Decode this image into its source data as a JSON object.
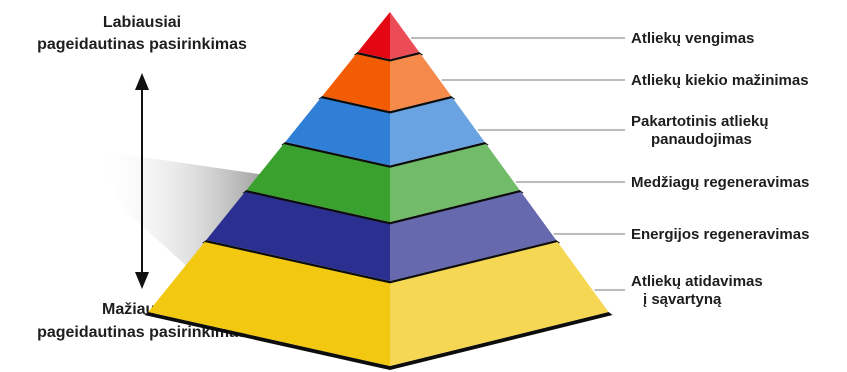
{
  "top_caption": {
    "line1": "Labiausiai",
    "line2": "pageidautinas pasirinkimas"
  },
  "bottom_caption": {
    "line1": "Mažiausiai",
    "line2": "pageidautinas pasirinkimas"
  },
  "levels": [
    {
      "line1": "Atliekų vengimas",
      "line2": "",
      "color": "#e30613"
    },
    {
      "line1": "Atliekų kiekio mažinimas",
      "line2": "",
      "color": "#f25c05"
    },
    {
      "line1": "Pakartotinis atliekų",
      "line2": "panaudojimas",
      "color": "#2f7fd6"
    },
    {
      "line1": "Medžiagų regeneravimas",
      "line2": "",
      "color": "#3aa12f"
    },
    {
      "line1": "Energijos regeneravimas",
      "line2": "",
      "color": "#2b2f8f"
    },
    {
      "line1": "Atliekų atidavimas",
      "line2": "į sąvartyną",
      "color": "#f2c811"
    }
  ]
}
